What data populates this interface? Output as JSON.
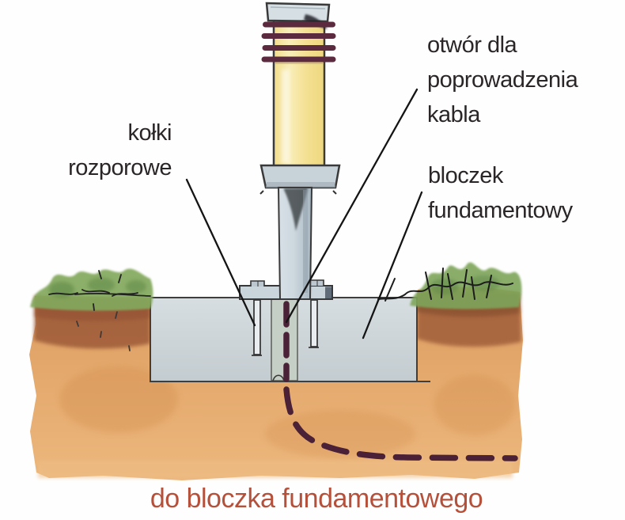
{
  "diagram": {
    "labels": {
      "kolki_line1": "kołki",
      "kolki_line2": "rozporowe",
      "otwor_line1": "otwór dla",
      "otwor_line2": "poprowadzenia",
      "otwor_line3": "kabla",
      "bloczek_line1": "bloczek",
      "bloczek_line2": "fundamentowy",
      "caption": "do bloczka fundamentowego"
    },
    "colors": {
      "label_text": "#2a2527",
      "caption_text": "#b5503b",
      "cable_dashed_line": "#4a2136",
      "lamp_yellow": "#f4e092",
      "lamp_bands_maroon": "#5b2a3e",
      "fixture_gray": "#c8d2d9",
      "foundation_block_gray": "#ccd4d8",
      "soil_orange": "#e2a269",
      "soil_dark_brown": "#9d5a39",
      "grass_green": "#82a85c",
      "leader_line": "#141414"
    }
  }
}
